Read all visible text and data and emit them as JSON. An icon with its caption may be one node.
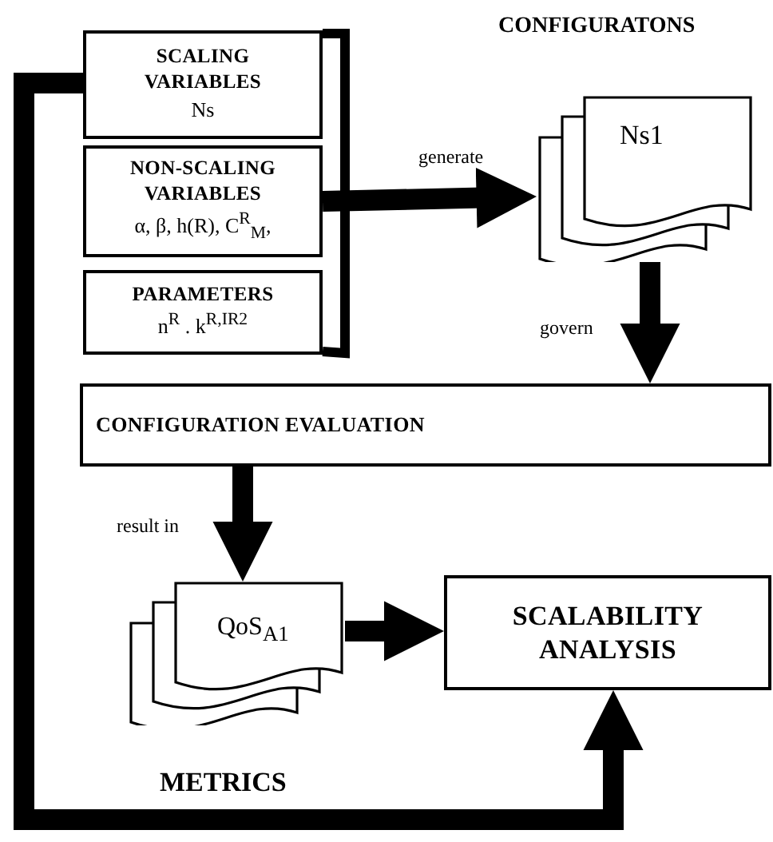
{
  "diagram": {
    "nodes": [
      {
        "text": [
          "SCALING VARIABLES",
          "Ns"
        ]
      },
      {
        "text": [
          "NON-SCALING VARIABLES",
          "α, β, h(R), C$^{R}$$_{M}$,"
        ]
      },
      {
        "text": [
          "PARAMETERS",
          "n$^{R}$ . k$^{R,IR2}$"
        ]
      },
      {
        "text": [
          "Ns1"
        ],
        "beside": [
          "CONFIGURATONS"
        ]
      },
      {
        "text": [
          "CONFIGURATION EVALUATION"
        ]
      },
      {
        "text": [
          "QoS$_{A1}$"
        ],
        "beside": [
          "METRICS"
        ]
      },
      {
        "text": [
          "SCALABILITY ANALYSIS"
        ]
      }
    ],
    "edges": [
      {
        "from": 0,
        "to": 3,
        "arrow": "to"
      },
      {
        "from": 1,
        "to": 3,
        "arrow": "to",
        "label": "generate"
      },
      {
        "from": 2,
        "to": 3,
        "arrow": "to"
      },
      {
        "from": 3,
        "to": 4,
        "arrow": "to",
        "label": "govern"
      },
      {
        "from": 4,
        "to": 5,
        "arrow": "to",
        "label": "result in"
      },
      {
        "from": 5,
        "to": 6,
        "arrow": "to"
      },
      {
        "from": 0,
        "to": 6,
        "arrow": "to"
      }
    ]
  }
}
